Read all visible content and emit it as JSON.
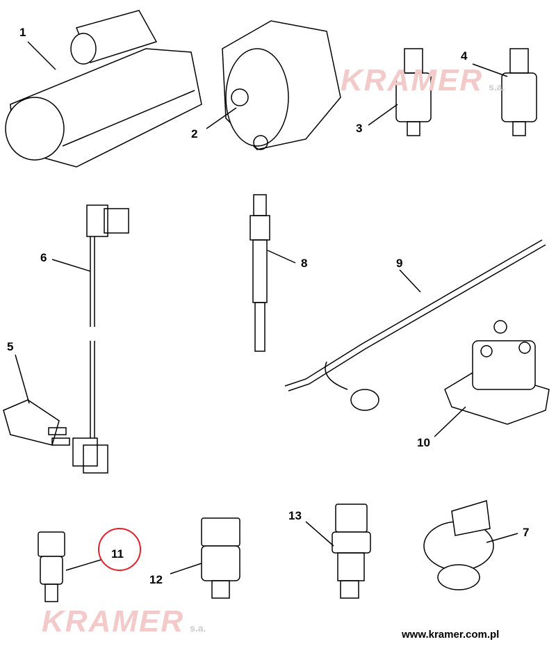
{
  "diagram": {
    "labels": [
      "1",
      "2",
      "3",
      "4",
      "5",
      "6",
      "7",
      "8",
      "9",
      "10",
      "11",
      "12",
      "13"
    ],
    "highlighted_label": "11",
    "highlight_color": "#e0202a"
  },
  "watermark": {
    "brand": "KRAMER",
    "suffix": "s.a."
  },
  "footer": {
    "url": "www.kramer.com.pl"
  }
}
